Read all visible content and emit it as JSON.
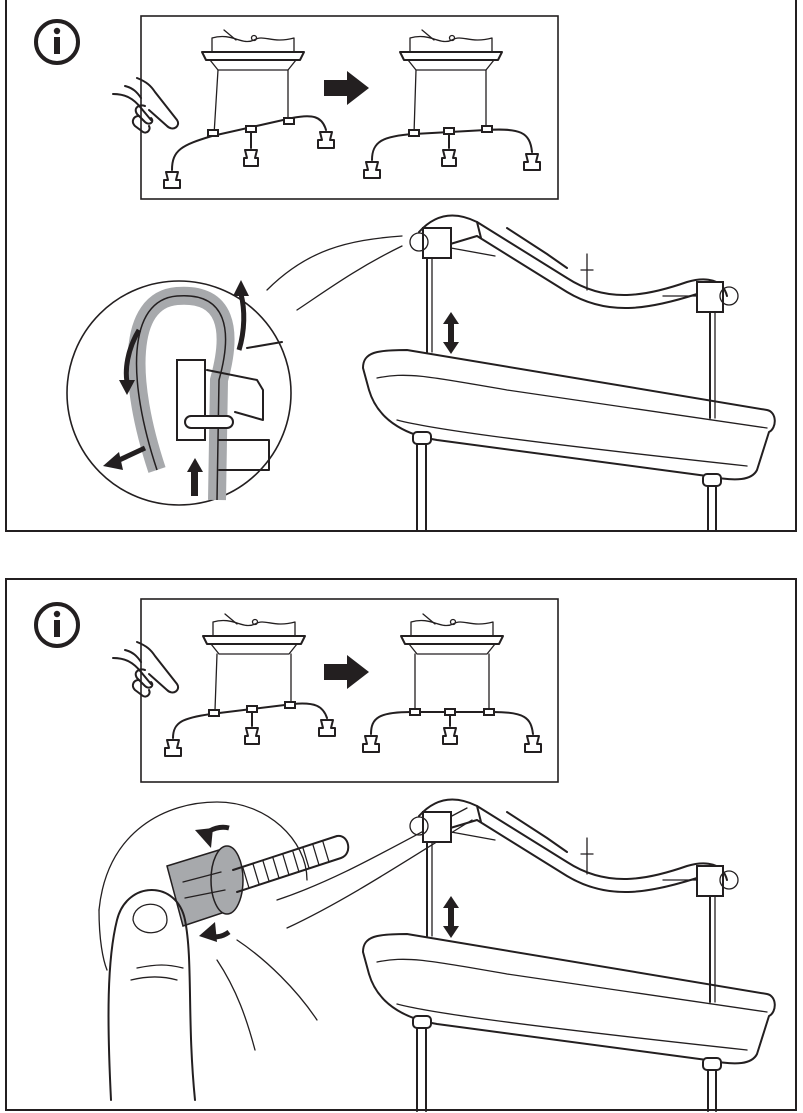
{
  "document": {
    "type": "assembly-instructions",
    "steps": [
      {
        "id": "step-1",
        "info_icon": "info-icon",
        "inset": {
          "before": "lamp-cord-bar-tilted",
          "after": "lamp-cord-bar-curved",
          "gesture": "hand-press-icon",
          "transition": "arrow-right-icon"
        },
        "detail": "cable-loop-adjust",
        "detail_arrows": [
          "arrow-down",
          "arrow-up",
          "arrow-out-left",
          "arrow-up-small"
        ],
        "main": "ceiling-bracket-with-canopy",
        "adjust": "double-arrow-vertical-icon"
      },
      {
        "id": "step-2",
        "info_icon": "info-icon",
        "inset": {
          "before": "lamp-cord-bar-tilted",
          "after": "lamp-cord-bar-level",
          "gesture": "hand-press-icon",
          "transition": "arrow-right-icon"
        },
        "detail": "thumb-turn-nut-on-threaded-rod",
        "detail_arrows": [
          "rotate-arrow-top",
          "rotate-arrow-bottom"
        ],
        "main": "ceiling-bracket-with-canopy",
        "adjust": "double-arrow-vertical-icon"
      }
    ],
    "colors": {
      "ink": "#231f20",
      "highlight_gray": "#a7a9ac",
      "paper": "#ffffff"
    }
  }
}
